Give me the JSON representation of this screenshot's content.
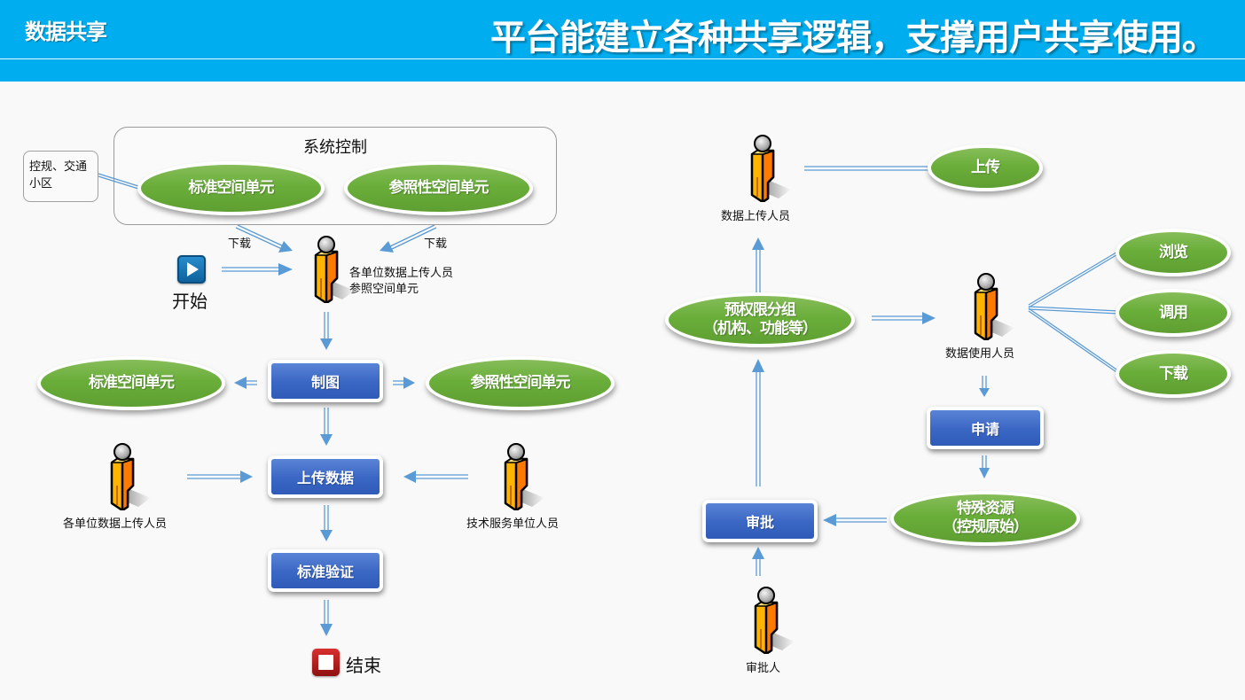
{
  "header": {
    "section_title": "数据共享",
    "headline": "平台能建立各种共享逻辑，支撑用户共享使用。"
  },
  "colors": {
    "header_bg": "#00aeef",
    "node_green": "#6aae3a",
    "node_blue": "#3a66c4",
    "arrow_blue": "#5b9bd5",
    "person_orange": "#ffb400"
  },
  "left_flow": {
    "system_control": {
      "title": "系统控制",
      "nodes": [
        "标准空间单元",
        "参照性空间单元"
      ]
    },
    "note": {
      "line1": "控规、交通",
      "line2": "小区"
    },
    "download_left": "下载",
    "download_right": "下载",
    "start_label": "开始",
    "uploader_top": {
      "line1": "各单位数据上传人员",
      "line2": "参照空间单元"
    },
    "mapping_button": "制图",
    "mapping_output_left": "标准空间单元",
    "mapping_output_right": "参照性空间单元",
    "upload_button": "上传数据",
    "uploader_left_label": "各单位数据上传人员",
    "tech_service_label": "技术服务单位人员",
    "validate_button": "标准验证",
    "end_label": "结束"
  },
  "right_flow": {
    "data_uploader_label": "数据上传人员",
    "upload_node": "上传",
    "permission_group": {
      "line1": "预权限分组",
      "line2": "（机构、功能等）"
    },
    "data_user_label": "数据使用人员",
    "actions": [
      "浏览",
      "调用",
      "下载"
    ],
    "apply_button": "申请",
    "special_resource": {
      "line1": "特殊资源",
      "line2": "（控规原始）"
    },
    "approve_button": "审批",
    "approver_label": "审批人"
  }
}
